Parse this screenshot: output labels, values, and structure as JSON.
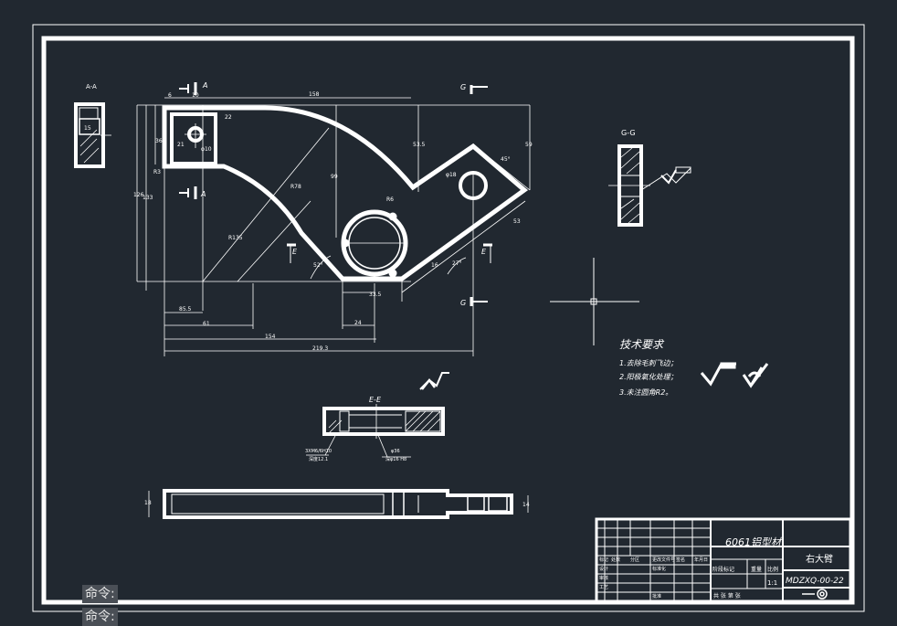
{
  "drawing": {
    "section_labels": {
      "a": "A-A",
      "g": "G-G",
      "e": "E-E",
      "a_mark": "A",
      "g_mark": "G",
      "e_mark": "E"
    },
    "dimensions": {
      "d10": "10",
      "d6": "6",
      "d158": "158",
      "d22": "22",
      "d36": "36",
      "d21": "21",
      "phi10": "φ10",
      "r3": "R3",
      "r6": "R6",
      "r78": "R78",
      "r135": "R135",
      "d126": "126",
      "d133": "133",
      "d99": "99",
      "d53_5": "53.5",
      "d59": "59",
      "phi18": "φ18",
      "d45deg": "45°",
      "d53": "53",
      "d16": "16",
      "d27deg": "27°",
      "d52deg": "52°",
      "d33_5": "33.5",
      "d24": "24",
      "d85_5": "85.5",
      "d61": "61",
      "d154": "154",
      "d219_3": "219.3",
      "d18": "18",
      "d14": "14",
      "d15": "15",
      "thread_a": "3XM6/6H10",
      "thread_b": "深度12.1",
      "phi36": "φ36",
      "phi36_b": "深φ16 H8"
    },
    "tech": {
      "title": "技术要求",
      "items": [
        "1.去除毛刺飞边；",
        "2.阳极氧化处理；",
        "3.未注圆角R2。"
      ]
    }
  },
  "title_block": {
    "material": "6061铝型材",
    "part_name": "右大臂",
    "drawing_no": "MDZXQ-00-22",
    "scale": "1:1",
    "labels": [
      "标记",
      "处数",
      "分区",
      "更改文件号",
      "签名",
      "年月日"
    ],
    "label_design": "设计",
    "label_std": "标准化",
    "label_stage": "阶段标记",
    "label_weight": "重量",
    "label_ratio": "比例",
    "label_review": "审核",
    "label_process": "工艺",
    "label_approve": "批准",
    "label_sheets": "共  张  第  张"
  },
  "command_line": {
    "prompt1": "命令:",
    "prompt2": "命令:"
  }
}
